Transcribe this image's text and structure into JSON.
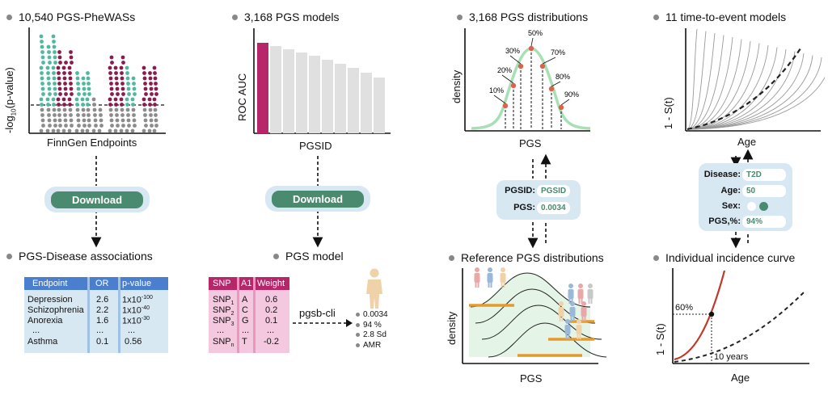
{
  "panels": {
    "phewas": {
      "heading": "10,540 PGS-PheWASs",
      "ylabel": "-log",
      "ylabel_sub": "10",
      "ylabel_end": "(p-value)",
      "xlabel": "FinnGen Endpoints",
      "colors": {
        "teal": "#4fb8a0",
        "purple": "#8b1a4f",
        "grey": "#8c8c8c"
      }
    },
    "pgs_models": {
      "heading": "3,168 PGS models",
      "ylabel": "ROC AUC",
      "xlabel": "PGSID",
      "bar_highlight": "#b8266a",
      "bar_color": "#e0e0e0"
    },
    "distributions": {
      "heading": "3,168 PGS distributions",
      "ylabel": "density",
      "xlabel": "PGS",
      "percentiles": [
        "10%",
        "20%",
        "30%",
        "50%",
        "70%",
        "80%",
        "90%"
      ]
    },
    "tte": {
      "heading": "11 time-to-event models",
      "ylabel": "1 - S(t)",
      "xlabel": "Age"
    },
    "associations": {
      "heading": "PGS-Disease associations",
      "table": {
        "headers": [
          "Endpoint",
          "OR",
          "p-value"
        ],
        "rows": [
          [
            "Depression",
            "2.6",
            "1x10",
            "-100"
          ],
          [
            "Schizophrenia",
            "2.2",
            "1x10",
            "-40"
          ],
          [
            "Anorexia",
            "1.6",
            "1x10",
            "-30"
          ],
          [
            "...",
            "...",
            "...",
            ""
          ],
          [
            "Asthma",
            "0.1",
            "0.56",
            ""
          ]
        ]
      }
    },
    "pgs_model": {
      "heading": "PGS model",
      "table": {
        "headers": [
          "SNP",
          "A1",
          "Weight"
        ],
        "rows": [
          [
            "SNP",
            "1",
            "A",
            "0.6"
          ],
          [
            "SNP",
            "2",
            "C",
            "0.2"
          ],
          [
            "SNP",
            "3",
            "G",
            "0.1"
          ],
          [
            "...",
            "",
            "...",
            "..."
          ],
          [
            "SNP",
            "n",
            "T",
            "-0.2"
          ]
        ]
      },
      "arrow_label": "pgsb-cli",
      "outputs": [
        "0.0034",
        "94 %",
        "2.8 Sd",
        "AMR"
      ]
    },
    "reference": {
      "heading": "Reference PGS distributions",
      "ylabel": "density",
      "xlabel": "PGS"
    },
    "incidence": {
      "heading": "Individual incidence curve",
      "ylabel": "1 - S(t)",
      "xlabel": "Age",
      "point_label": "60%",
      "age_label": "10 years"
    }
  },
  "download": {
    "label": "Download"
  },
  "lookup": {
    "pgsid_label": "PGSID:",
    "pgsid_value": "PGSID",
    "pgs_label": "PGS:",
    "pgs_value": "0.0034"
  },
  "predictor": {
    "disease_label": "Disease:",
    "disease_value": "T2D",
    "age_label": "Age:",
    "age_value": "50",
    "sex_label": "Sex:",
    "pgs_label": "PGS,%:",
    "pgs_value": "94%"
  }
}
